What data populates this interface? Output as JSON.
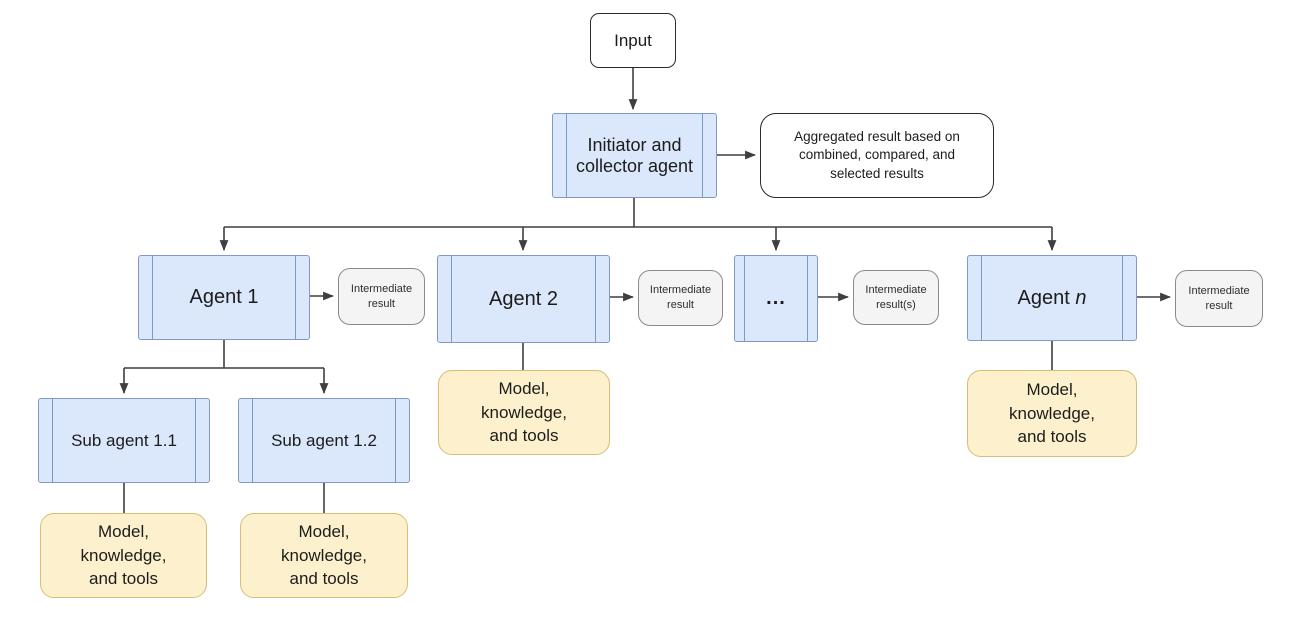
{
  "colors": {
    "agent_fill": "#dbe8fb",
    "agent_border": "#7d9ac9",
    "white_fill": "#ffffff",
    "white_border": "#2b2b2b",
    "gray_fill": "#f4f4f4",
    "gray_border": "#8a8a8a",
    "yellow_fill": "#fdf0cd",
    "yellow_border": "#d8bd76",
    "connector": "#3f3f3f",
    "text": "#1c1c1c"
  },
  "nodes": {
    "input": {
      "label": "Input"
    },
    "initiator_collector": {
      "label": "Initiator and\ncollector agent"
    },
    "aggregated_result": {
      "label": "Aggregated result based on\ncombined, compared, and\nselected results"
    },
    "agent_1": {
      "label": "Agent 1"
    },
    "agent_2": {
      "label": "Agent 2"
    },
    "agent_ellipsis": {
      "label": "..."
    },
    "agent_n": {
      "label_prefix": "Agent ",
      "label_n": "n"
    },
    "intermediate_result": {
      "label": "Intermediate\nresult"
    },
    "intermediate_results": {
      "label": "Intermediate\nresult(s)"
    },
    "sub_agent_1_1": {
      "label": "Sub agent 1.1"
    },
    "sub_agent_1_2": {
      "label": "Sub agent 1.2"
    },
    "model_knowledge_tools": {
      "label": "Model,\nknowledge,\nand tools"
    }
  }
}
